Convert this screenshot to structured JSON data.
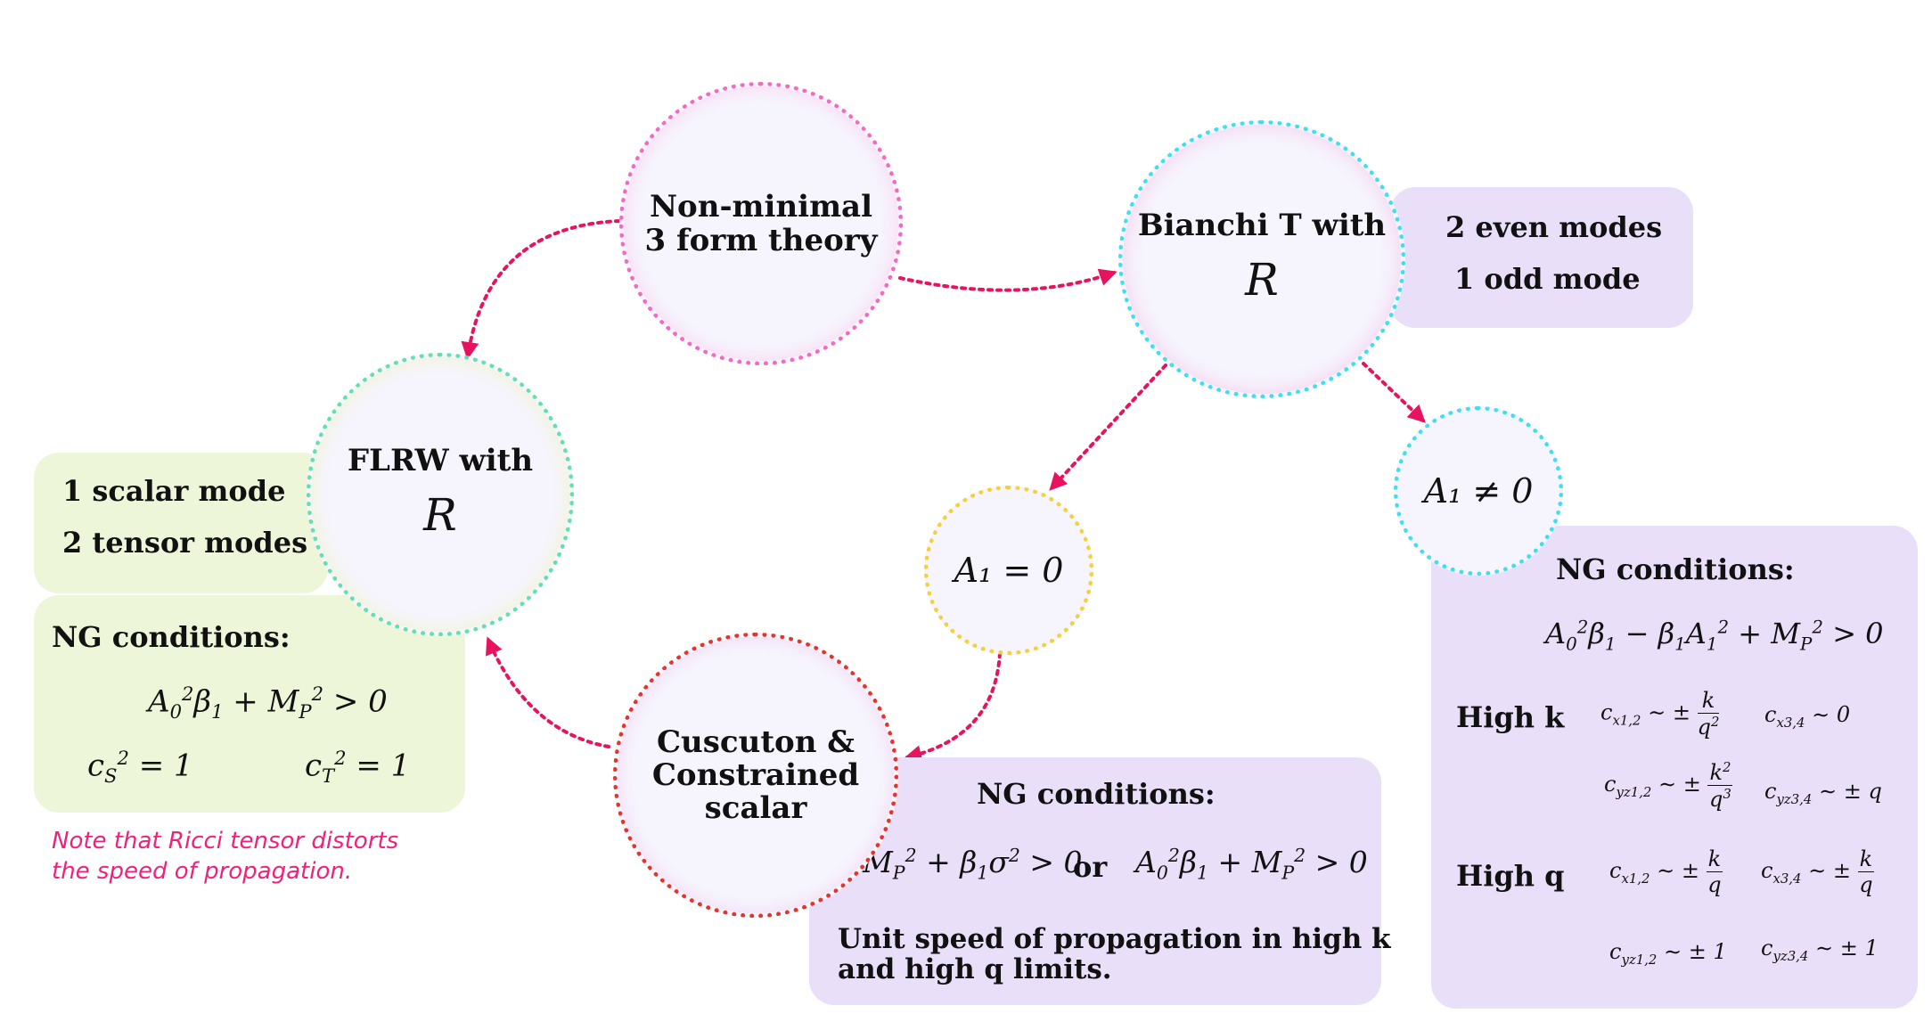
{
  "nodes": {
    "nonminimal": {
      "line1": "Non-minimal",
      "line2": "3 form theory"
    },
    "bianchi": {
      "line1": "Bianchi T with",
      "symbol": "R"
    },
    "flrw": {
      "line1": "FLRW with",
      "symbol": "R"
    },
    "cuscuton": {
      "line1": "Cuscuton &",
      "line2": "Constrained",
      "line3": "scalar"
    },
    "a1zero": {
      "label": "A₁ = 0"
    },
    "a1nonzero": {
      "label": "A₁ ≠ 0"
    }
  },
  "bianchi_modes": {
    "line1": "2 even modes",
    "line2": "1 odd mode"
  },
  "flrw_modes": {
    "line1": "1 scalar mode",
    "line2": "2 tensor modes"
  },
  "flrw_ng": {
    "title": "NG conditions:",
    "condition": "A₀²β₁ + M_P² > 0",
    "cs": "c_S² = 1",
    "ct": "c_T² = 1"
  },
  "cuscuton_ng": {
    "title": "NG conditions:",
    "cond_a": "M_P² + β₁σ² > 0",
    "or": "or",
    "cond_b": "A₀²β₁ + M_P² > 0",
    "unit_line1": "Unit speed of propagation in high k",
    "unit_line2": "and high q limits."
  },
  "a1nonzero_ng": {
    "title": "NG conditions:",
    "condition": "A₀²β₁ − β₁A₁² + M_P² > 0",
    "high_k": "High k",
    "high_q": "High q",
    "hk_cx12": "c_x1,2 ∼ ± k/q²",
    "hk_cx34": "c_x3,4 ∼ 0",
    "hk_cyz12": "c_yz1,2 ∼ ± k²/q³",
    "hk_cyz34": "c_yz3,4 ∼ ± q",
    "hq_cx12": "c_x1,2 ∼ ± k/q",
    "hq_cx34": "c_x3,4 ∼ ± k/q",
    "hq_cyz12": "c_yz1,2 ∼ ± 1",
    "hq_cyz34": "c_yz3,4 ∼ ± 1"
  },
  "note": {
    "line1": "Note that Ricci tensor distorts",
    "line2": "the speed of propagation."
  },
  "colors": {
    "arrow": "#e8135f",
    "nonminimal": "#f36bc0",
    "bianchi": "#3fe0ee",
    "flrw": "#62e2a8",
    "cuscuton": "#e3352a",
    "a1zero": "#f1d23a",
    "a1nonzero": "#3fe0ee",
    "note": "#f0217a"
  }
}
